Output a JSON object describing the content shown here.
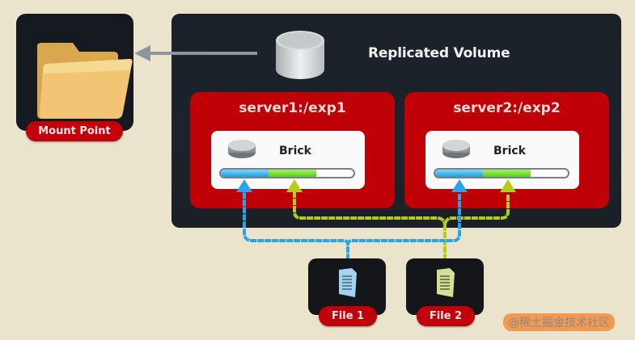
{
  "diagram": {
    "mount_point": {
      "label": "Mount Point",
      "icon": "folder-icon"
    },
    "volume": {
      "title": "Replicated Volume",
      "icon": "database-cylinder-icon"
    },
    "servers": [
      {
        "title": "server1:/exp1",
        "brick_label": "Brick",
        "icon": "disk-icon"
      },
      {
        "title": "server2:/exp2",
        "brick_label": "Brick",
        "icon": "disk-icon"
      }
    ],
    "files": [
      {
        "label": "File 1",
        "icon": "document-icon",
        "color": "#2ba3e6"
      },
      {
        "label": "File 2",
        "icon": "document-icon",
        "color": "#b6cc1a"
      }
    ],
    "bar_fill": {
      "file1_fraction": 0.36,
      "file2_fraction": 0.36
    },
    "colors": {
      "accent_red": "#c2000b",
      "dark_panel": "#1b2128",
      "file1_blue": "#2ba3e6",
      "file2_green": "#b6cc1a",
      "arrow_gray": "#8e959b"
    },
    "watermark": "@稀土掘金技术社区"
  }
}
